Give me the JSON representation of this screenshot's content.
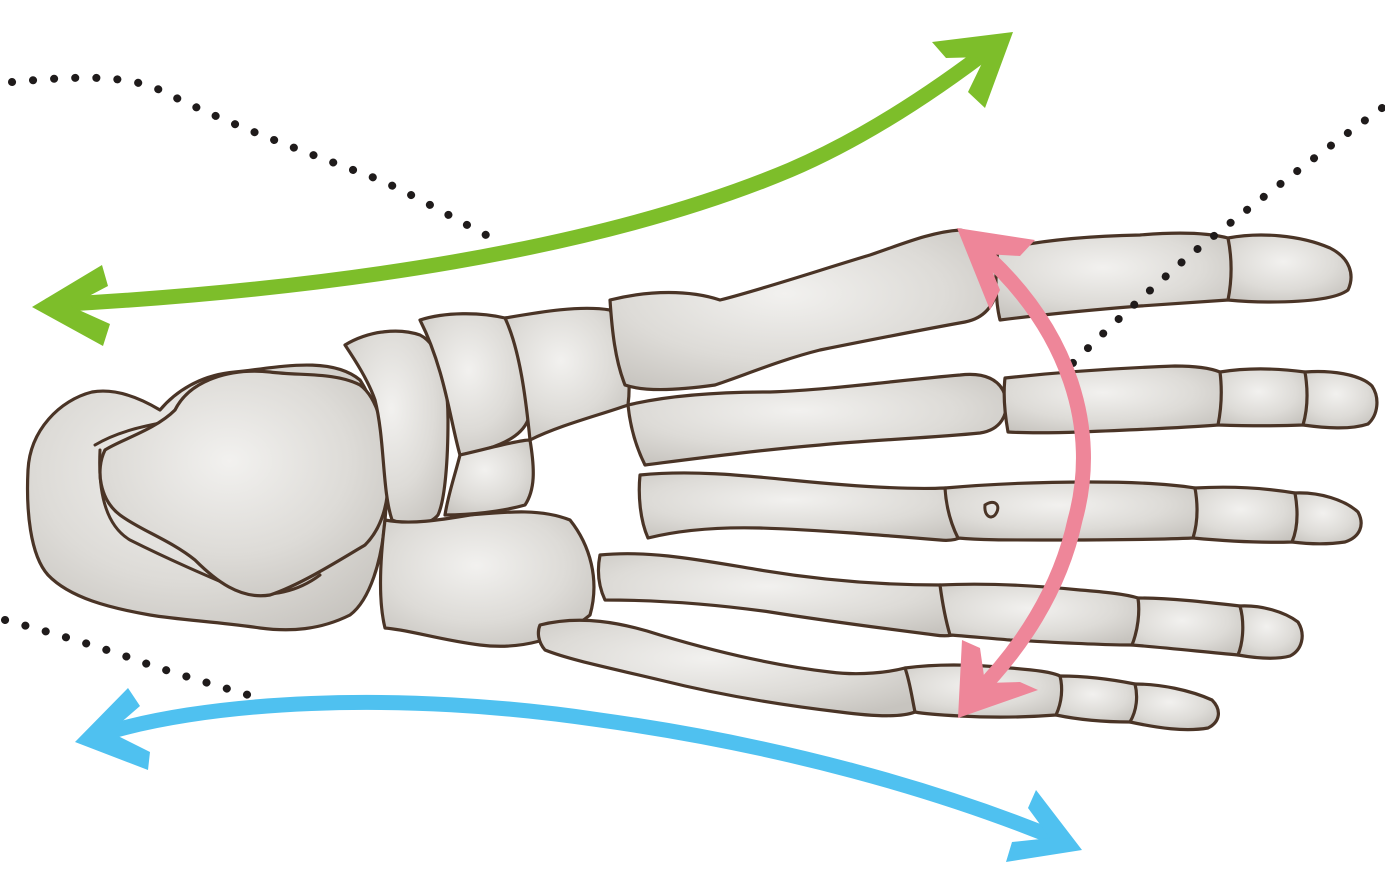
{
  "diagram": {
    "subject": "foot-skeleton",
    "arrows": [
      {
        "name": "green-arch-arrow",
        "color": "#7dbe2a"
      },
      {
        "name": "blue-arch-arrow",
        "color": "#4fc1f0"
      },
      {
        "name": "pink-transverse-arrow",
        "color": "#ee8699"
      }
    ],
    "leader_lines": [
      {
        "name": "leader-line-top-left",
        "color": "#1f1b1b"
      },
      {
        "name": "leader-line-top-right",
        "color": "#1f1b1b"
      },
      {
        "name": "leader-line-bottom-left",
        "color": "#1f1b1b"
      }
    ],
    "colors": {
      "bone_fill": "#dcdad6",
      "bone_outline": "#4a3426",
      "background": "#ffffff"
    }
  }
}
